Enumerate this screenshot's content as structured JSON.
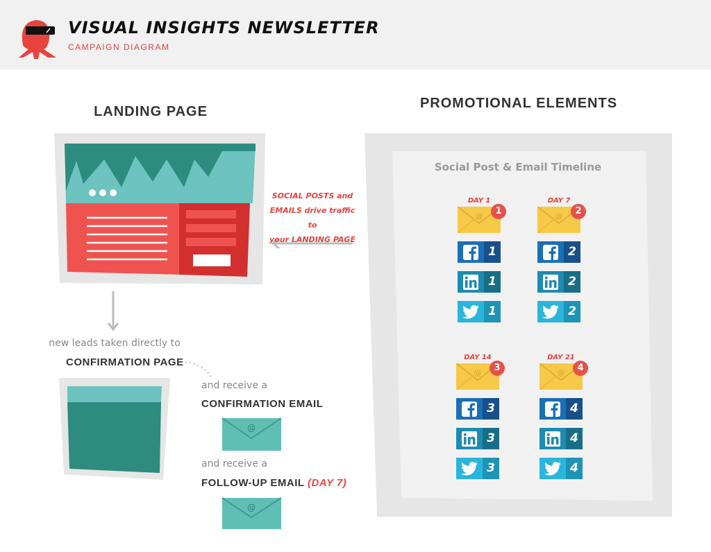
{
  "header": {
    "title": "VISUAL INSIGHTS NEWSLETTER",
    "subtitle": "CAMPAIGN DIAGRAM"
  },
  "landing": {
    "title": "LANDING PAGE"
  },
  "flow": {
    "leads_text": "new leads taken directly to",
    "confirmation_page": "CONFIRMATION PAGE",
    "receive1": "and receive a",
    "confirmation_email": "CONFIRMATION EMAIL",
    "receive2": "and receive a",
    "followup_email": "FOLLOW-UP EMAIL",
    "followup_day": "(DAY 7)"
  },
  "traffic_note": {
    "line1": "SOCIAL POSTS and",
    "line2": "EMAILS drive traffic to",
    "line3": "your LANDING PAGE"
  },
  "promo": {
    "title": "PROMOTIONAL ELEMENTS",
    "timeline_title": "Social Post & Email Timeline",
    "days": [
      {
        "label": "DAY 1",
        "num": "1"
      },
      {
        "label": "DAY 7",
        "num": "2"
      },
      {
        "label": "DAY 14",
        "num": "3"
      },
      {
        "label": "DAY 21",
        "num": "4"
      }
    ]
  },
  "colors": {
    "red": "#e8433f",
    "teal": "#2e8b80",
    "fb": "#1a6fb5",
    "li": "#1e8bb0",
    "tw": "#2bb5dd",
    "email": "#f7c948"
  }
}
